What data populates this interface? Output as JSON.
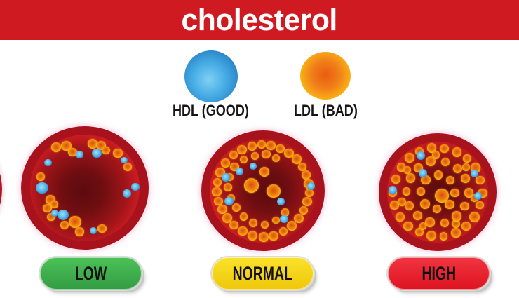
{
  "title": "cholesterol",
  "legend": {
    "items": [
      {
        "id": "hdl",
        "label": "HDL (GOOD)",
        "particle_type": "blue"
      },
      {
        "id": "ldl",
        "label": "LDL (BAD)",
        "particle_type": "orange"
      }
    ]
  },
  "colors": {
    "header_bg": "#ce1a20",
    "title_text": "#ffffff",
    "vessel_ring": "#a8121c",
    "lumen_bright": "#e62630",
    "lumen_dark": "#5c0b0e",
    "ldl_ring": "#ffd608",
    "ldl_body": "#ee7c10",
    "hdl_body": "#3f9fdc",
    "low_pill": "#3eb44d",
    "normal_pill": "#f7d717",
    "high_pill": "#ea1c28",
    "pill_text": "#121010"
  },
  "vessels": [
    {
      "id": "low",
      "label": "LOW",
      "pill": {
        "top": "#4cc258",
        "bottom": "#339c43"
      },
      "particles": [
        [
          "o",
          -45,
          -66,
          8
        ],
        [
          "o",
          -29,
          -68,
          8
        ],
        [
          "o",
          -19,
          -58,
          7
        ],
        [
          "o",
          12,
          -72,
          8
        ],
        [
          "o",
          25,
          -69,
          7.5
        ],
        [
          "o",
          33,
          -61,
          6.5
        ],
        [
          "o",
          52,
          -56,
          7.5
        ],
        [
          "o",
          67,
          -34,
          7
        ],
        [
          "o",
          -69,
          -18,
          6.5
        ],
        [
          "o",
          -54,
          19,
          8
        ],
        [
          "o",
          -59,
          33,
          7
        ],
        [
          "o",
          -48,
          27,
          6
        ],
        [
          "o",
          -53,
          47,
          6.5
        ],
        [
          "o",
          -32,
          60,
          7
        ],
        [
          "o",
          -15,
          55,
          10
        ],
        [
          "o",
          -8,
          71,
          7
        ],
        [
          "o",
          27,
          66,
          7
        ],
        [
          "b",
          -8,
          -54,
          6
        ],
        [
          "b",
          19,
          -56,
          7.5
        ],
        [
          "b",
          -58,
          -41,
          6
        ],
        [
          "b",
          61,
          -45,
          5.5
        ],
        [
          "b",
          -67,
          0,
          9.5
        ],
        [
          "b",
          79,
          -2,
          6.5
        ],
        [
          "b",
          66,
          9,
          7
        ],
        [
          "b",
          -47,
          41,
          5.5
        ],
        [
          "b",
          -34,
          44,
          8.5
        ],
        [
          "b",
          13,
          69,
          5.5
        ]
      ]
    },
    {
      "id": "normal",
      "label": "NORMAL",
      "pill": {
        "top": "#fae22b",
        "bottom": "#eec70a"
      },
      "particles": [
        [
          "o",
          -18,
          -74,
          7.5
        ],
        [
          "o",
          -2,
          -77,
          7
        ],
        [
          "o",
          13,
          -75,
          8
        ],
        [
          "o",
          28,
          -70,
          7
        ],
        [
          "o",
          -34,
          -68,
          8
        ],
        [
          "o",
          42,
          -62,
          7.5
        ],
        [
          "o",
          -48,
          -59,
          7
        ],
        [
          "o",
          55,
          -52,
          8
        ],
        [
          "o",
          -61,
          -46,
          7.5
        ],
        [
          "o",
          64,
          -40,
          7
        ],
        [
          "o",
          -69,
          -30,
          8
        ],
        [
          "o",
          70,
          -26,
          7.5
        ],
        [
          "o",
          -74,
          -14,
          7
        ],
        [
          "o",
          74,
          -12,
          8
        ],
        [
          "o",
          -75,
          2,
          7.5
        ],
        [
          "o",
          75,
          4,
          7
        ],
        [
          "o",
          -72,
          17,
          7
        ],
        [
          "o",
          72,
          18,
          8
        ],
        [
          "o",
          -66,
          31,
          7.5
        ],
        [
          "o",
          66,
          32,
          7
        ],
        [
          "o",
          -58,
          45,
          8
        ],
        [
          "o",
          58,
          46,
          7.5
        ],
        [
          "o",
          -47,
          57,
          7
        ],
        [
          "o",
          47,
          58,
          8
        ],
        [
          "o",
          -33,
          67,
          7.5
        ],
        [
          "o",
          33,
          68,
          7
        ],
        [
          "o",
          -17,
          74,
          8
        ],
        [
          "o",
          17,
          75,
          7.5
        ],
        [
          "o",
          1,
          77,
          8
        ],
        [
          "o",
          -31,
          -52,
          6.5
        ],
        [
          "o",
          -46,
          -39,
          7
        ],
        [
          "o",
          -54,
          -23,
          6.5
        ],
        [
          "o",
          -57,
          -6,
          7
        ],
        [
          "o",
          -52,
          12,
          6.5
        ],
        [
          "o",
          -43,
          28,
          7
        ],
        [
          "o",
          -31,
          43,
          6.5
        ],
        [
          "o",
          -16,
          53,
          7
        ],
        [
          "o",
          3,
          56,
          6.5
        ],
        [
          "o",
          21,
          49,
          6
        ],
        [
          "o",
          -13,
          -58,
          6.5
        ],
        [
          "o",
          5,
          -60,
          7
        ],
        [
          "o",
          21,
          -54,
          6.5
        ],
        [
          "o",
          -19,
          -9,
          12
        ],
        [
          "o",
          17,
          1,
          11
        ],
        [
          "o",
          2,
          -31,
          8
        ],
        [
          "o",
          36,
          36,
          6.5
        ],
        [
          "b",
          -16,
          -41,
          6
        ],
        [
          "b",
          -38,
          -32,
          6
        ],
        [
          "b",
          -60,
          -22,
          6.5
        ],
        [
          "b",
          -55,
          18,
          7
        ],
        [
          "b",
          78,
          -8,
          6.5
        ],
        [
          "b",
          29,
          18,
          6
        ],
        [
          "b",
          34,
          47,
          6.5
        ]
      ]
    },
    {
      "id": "high",
      "label": "HIGH",
      "pill": {
        "top": "#f23441",
        "bottom": "#dc1420"
      },
      "particles": [
        [
          "o",
          76,
          2,
          8
        ],
        [
          "o",
          71,
          22,
          7
        ],
        [
          "o",
          63,
          42,
          9
        ],
        [
          "o",
          48,
          58,
          7.5
        ],
        [
          "o",
          31,
          69,
          8
        ],
        [
          "o",
          10,
          75,
          7
        ],
        [
          "o",
          -11,
          74,
          8.5
        ],
        [
          "o",
          -31,
          68,
          7
        ],
        [
          "o",
          -50,
          58,
          8
        ],
        [
          "o",
          -64,
          42,
          7.5
        ],
        [
          "o",
          -73,
          22,
          8
        ],
        [
          "o",
          -76,
          1,
          7
        ],
        [
          "o",
          -71,
          -22,
          8
        ],
        [
          "o",
          -62,
          -42,
          7.5
        ],
        [
          "o",
          -48,
          -58,
          8.5
        ],
        [
          "o",
          -31,
          -69,
          7
        ],
        [
          "o",
          -10,
          -75,
          8
        ],
        [
          "o",
          11,
          -74,
          7.5
        ],
        [
          "o",
          33,
          -68,
          8
        ],
        [
          "o",
          50,
          -57,
          7
        ],
        [
          "o",
          64,
          -41,
          8.5
        ],
        [
          "o",
          72,
          -20,
          7.5
        ],
        [
          "o",
          62,
          10,
          6.5
        ],
        [
          "o",
          31,
          54,
          7
        ],
        [
          "o",
          -25,
          58,
          6.5
        ],
        [
          "o",
          -61,
          17,
          7
        ],
        [
          "o",
          -52,
          -38,
          6.5
        ],
        [
          "o",
          -3,
          -63,
          7
        ],
        [
          "o",
          48,
          -42,
          6.5
        ],
        [
          "o",
          53,
          1,
          8
        ],
        [
          "o",
          46,
          24,
          7.5
        ],
        [
          "o",
          32,
          41,
          8.5
        ],
        [
          "o",
          12,
          52,
          7
        ],
        [
          "o",
          -13,
          51,
          8
        ],
        [
          "o",
          -34,
          40,
          7.5
        ],
        [
          "o",
          -48,
          23,
          8
        ],
        [
          "o",
          -53,
          -1,
          7
        ],
        [
          "o",
          -46,
          -24,
          8
        ],
        [
          "o",
          -33,
          -41,
          7.5
        ],
        [
          "o",
          -12,
          -52,
          8.5
        ],
        [
          "o",
          13,
          -51,
          7
        ],
        [
          "o",
          34,
          -40,
          8
        ],
        [
          "o",
          47,
          -23,
          7.5
        ],
        [
          "o",
          29,
          1,
          7.5
        ],
        [
          "o",
          20,
          21,
          8
        ],
        [
          "o",
          -1,
          29,
          7
        ],
        [
          "o",
          -21,
          20,
          8.5
        ],
        [
          "o",
          -29,
          -1,
          7
        ],
        [
          "o",
          -20,
          -21,
          8
        ],
        [
          "o",
          1,
          -29,
          7.5
        ],
        [
          "o",
          21,
          -20,
          7
        ],
        [
          "o",
          7,
          6,
          11.5
        ],
        [
          "b",
          -29,
          -62,
          7
        ],
        [
          "b",
          -25,
          -32,
          7
        ],
        [
          "b",
          62,
          -32,
          6.5
        ],
        [
          "b",
          -76,
          -4,
          7
        ],
        [
          "b",
          68,
          7,
          6.5
        ]
      ]
    }
  ]
}
